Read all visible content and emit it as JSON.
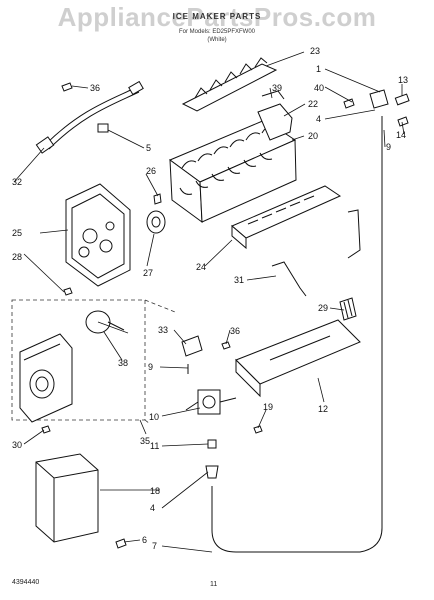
{
  "watermark": "AppliancePartsPros.com",
  "header": {
    "title": "ICE MAKER PARTS",
    "line2": "For Models: ED25PFXFW00",
    "line3": "(White)"
  },
  "footer": {
    "doc_number": "4394440",
    "page_number": "11"
  },
  "callouts": {
    "c1": "1",
    "c4": "4",
    "c4b": "4",
    "c5": "5",
    "c6": "6",
    "c7": "7",
    "c9": "9",
    "c9b": "9",
    "c10": "10",
    "c11": "11",
    "c12": "12",
    "c13": "13",
    "c14": "14",
    "c18": "18",
    "c19": "19",
    "c20": "20",
    "c22": "22",
    "c23": "23",
    "c24": "24",
    "c25": "25",
    "c26": "26",
    "c27": "27",
    "c28": "28",
    "c29": "29",
    "c30": "30",
    "c31": "31",
    "c32": "32",
    "c33": "33",
    "c35": "35",
    "c36": "36",
    "c36b": "36",
    "c38": "38",
    "c39": "39",
    "c40": "40"
  }
}
